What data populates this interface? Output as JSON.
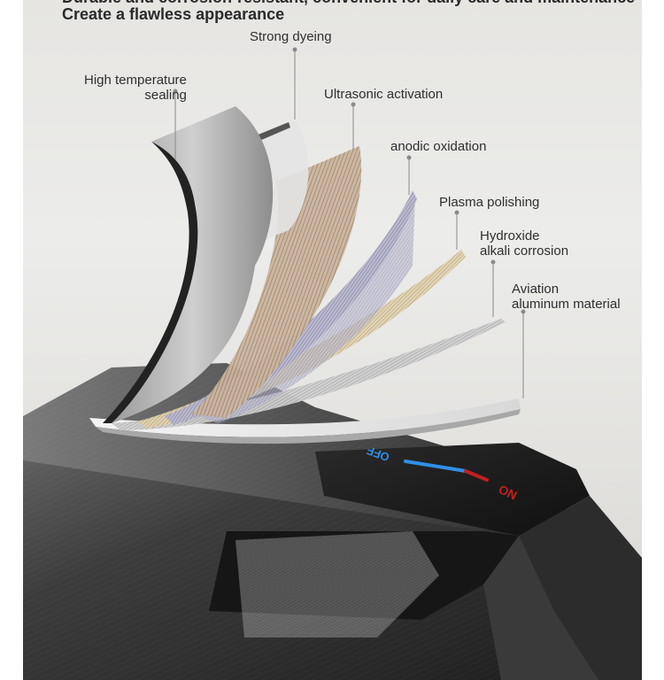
{
  "headline": {
    "line1": "Durable and corrosion-resistant, convenient for daily care and maintenance",
    "line2": "Create a flawless appearance"
  },
  "layers": [
    {
      "lines": [
        "Strong dyeing"
      ]
    },
    {
      "lines": [
        "High temperature",
        "sealing"
      ]
    },
    {
      "lines": [
        "Ultrasonic activation"
      ]
    },
    {
      "lines": [
        "anodic oxidation"
      ]
    },
    {
      "lines": [
        "Plasma polishing"
      ]
    },
    {
      "lines": [
        "Hydroxide",
        "alkali corrosion"
      ]
    },
    {
      "lines": [
        "Aviation",
        "aluminum material"
      ]
    }
  ],
  "handle": {
    "on_text": "ON",
    "off_text": "OFF",
    "cold_color": "#2f8fe8",
    "hot_color": "#c2201e"
  },
  "colors": {
    "background": "#e8e7e4",
    "text": "#2f2f2f",
    "metal_dark": "#2a2a2a",
    "leader_line": "#8a8a8a"
  }
}
